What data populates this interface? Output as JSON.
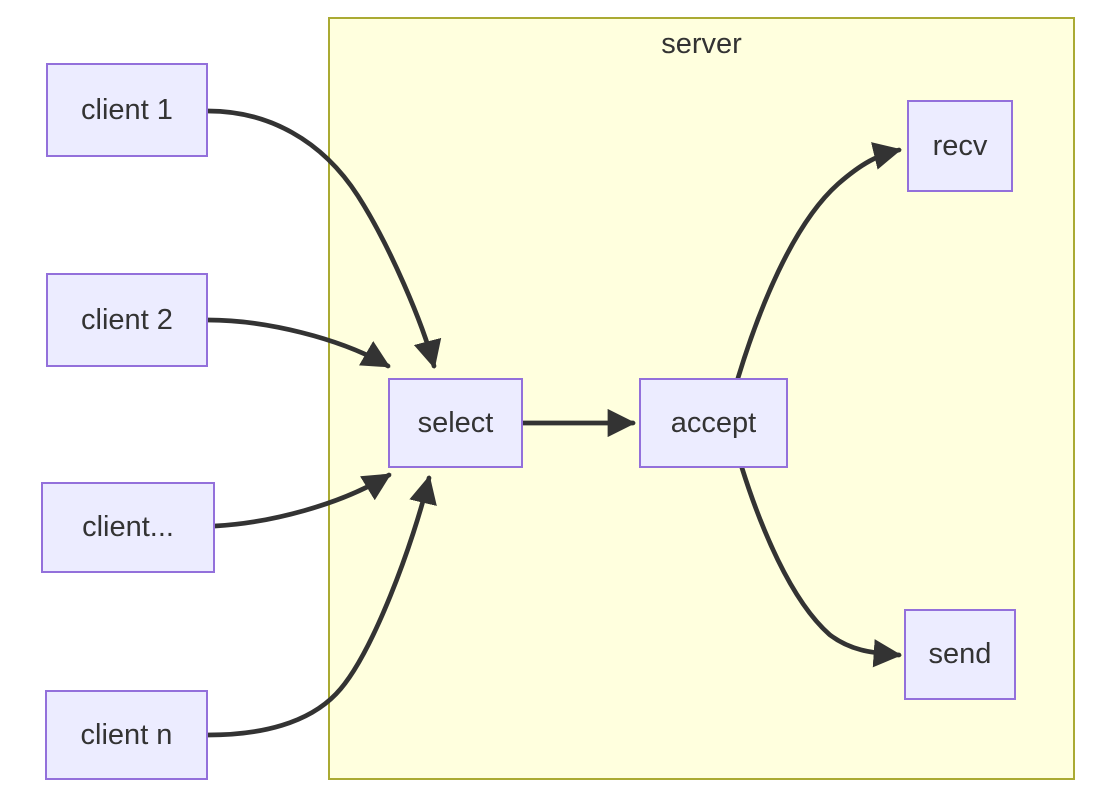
{
  "diagram": {
    "type": "flowchart",
    "server_group_label": "server",
    "nodes": {
      "client1": {
        "label": "client 1"
      },
      "client2": {
        "label": "client 2"
      },
      "client_dots": {
        "label": "client..."
      },
      "clientn": {
        "label": "client n"
      },
      "select": {
        "label": "select"
      },
      "accept": {
        "label": "accept"
      },
      "recv": {
        "label": "recv"
      },
      "send": {
        "label": "send"
      }
    },
    "edges": [
      {
        "from": "client 1",
        "to": "select"
      },
      {
        "from": "client 2",
        "to": "select"
      },
      {
        "from": "client...",
        "to": "select"
      },
      {
        "from": "client n",
        "to": "select"
      },
      {
        "from": "select",
        "to": "accept"
      },
      {
        "from": "accept",
        "to": "recv"
      },
      {
        "from": "accept",
        "to": "send"
      }
    ],
    "colors": {
      "node_fill": "#ECECFF",
      "node_border": "#9370DB",
      "server_fill": "#FFFFDE",
      "server_border": "#AAAA33",
      "edge": "#333333",
      "text": "#333333",
      "background": "#FFFFFF"
    }
  }
}
